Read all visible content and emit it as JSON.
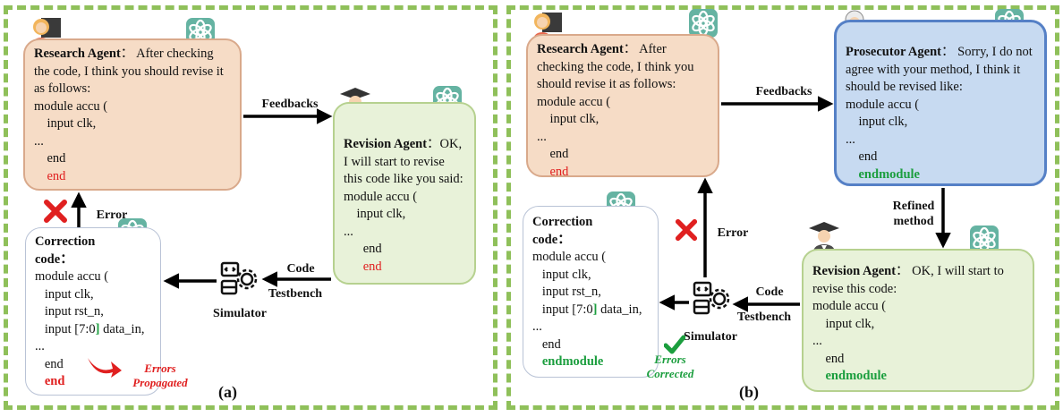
{
  "panel_a": {
    "caption": "(a)",
    "research": {
      "name": "Research Agent",
      "text": "： After checking the code, I think you should revise it as follows:",
      "code": [
        "module accu (",
        "    input clk,",
        "...",
        "    end"
      ],
      "last": "    end"
    },
    "revision": {
      "name": "Revision Agent",
      "text": "：OK, I will start to revise this code like you said:",
      "code": [
        "module accu (",
        "    input clk,",
        "...",
        "      end"
      ],
      "last": "      end"
    },
    "correction": {
      "name": "Correction code",
      "colon": "：",
      "code": [
        "module accu (",
        "   input clk,",
        "   input rst_n,"
      ],
      "bus_line_pre": "   input [7:0",
      "bus_line_bracket": "]",
      "bus_line_post": " data_in,",
      "after": [
        "...",
        "   end"
      ],
      "last": "   end"
    },
    "labels": {
      "feedbacks": "Feedbacks",
      "error": "Error",
      "code": "Code",
      "testbench": "Testbench",
      "simulator": "Simulator"
    },
    "errors_note": [
      "Errors",
      "Propagated"
    ]
  },
  "panel_b": {
    "caption": "(b)",
    "research": {
      "name": "Research Agent",
      "text": "： After checking the code, I think you should revise it as follows:",
      "code": [
        "module accu (",
        "    input clk,",
        "...",
        "    end"
      ],
      "last": "    end"
    },
    "prosecutor": {
      "name": "Prosecutor Agent",
      "text": "： Sorry, I do not agree with your method, I think it should be revised like:",
      "code": [
        "module accu (",
        "    input clk,",
        "...",
        "    end"
      ],
      "last": "    endmodule"
    },
    "revision": {
      "name": "Revision Agent",
      "text": "： OK, I will start to revise this code:",
      "code": [
        "module accu (",
        "    input clk,",
        "...",
        "    end"
      ],
      "last": "    endmodule"
    },
    "correction": {
      "name": "Correction code",
      "colon": "：",
      "code": [
        "module accu (",
        "   input clk,",
        "   input rst_n,"
      ],
      "bus_line_pre": "   input [7:0",
      "bus_line_bracket": "]",
      "bus_line_post": " data_in,",
      "after": [
        "...",
        "   end"
      ],
      "last": "   endmodule"
    },
    "labels": {
      "feedbacks": "Feedbacks",
      "refined": "Refined",
      "method": "method",
      "error": "Error",
      "code": "Code",
      "testbench": "Testbench",
      "simulator": "Simulator"
    },
    "errors_note": [
      "Errors",
      "Corrected"
    ]
  },
  "icons": [
    "chatgpt-logo-icon",
    "teacher-avatar-icon",
    "graduate-avatar-icon",
    "judge-avatar-icon",
    "simulator-gear-icon",
    "red-cross-icon",
    "green-check-icon",
    "curved-red-arrow-icon"
  ],
  "colors": {
    "dash_border": "#8fc05a",
    "orange_box": "#f6dcc6",
    "green_box": "#e8f2d9",
    "blue_box": "#c7daf1",
    "error_red": "#e02020",
    "ok_green": "#1b9e3e",
    "gpt_teal": "#65b3a2"
  }
}
